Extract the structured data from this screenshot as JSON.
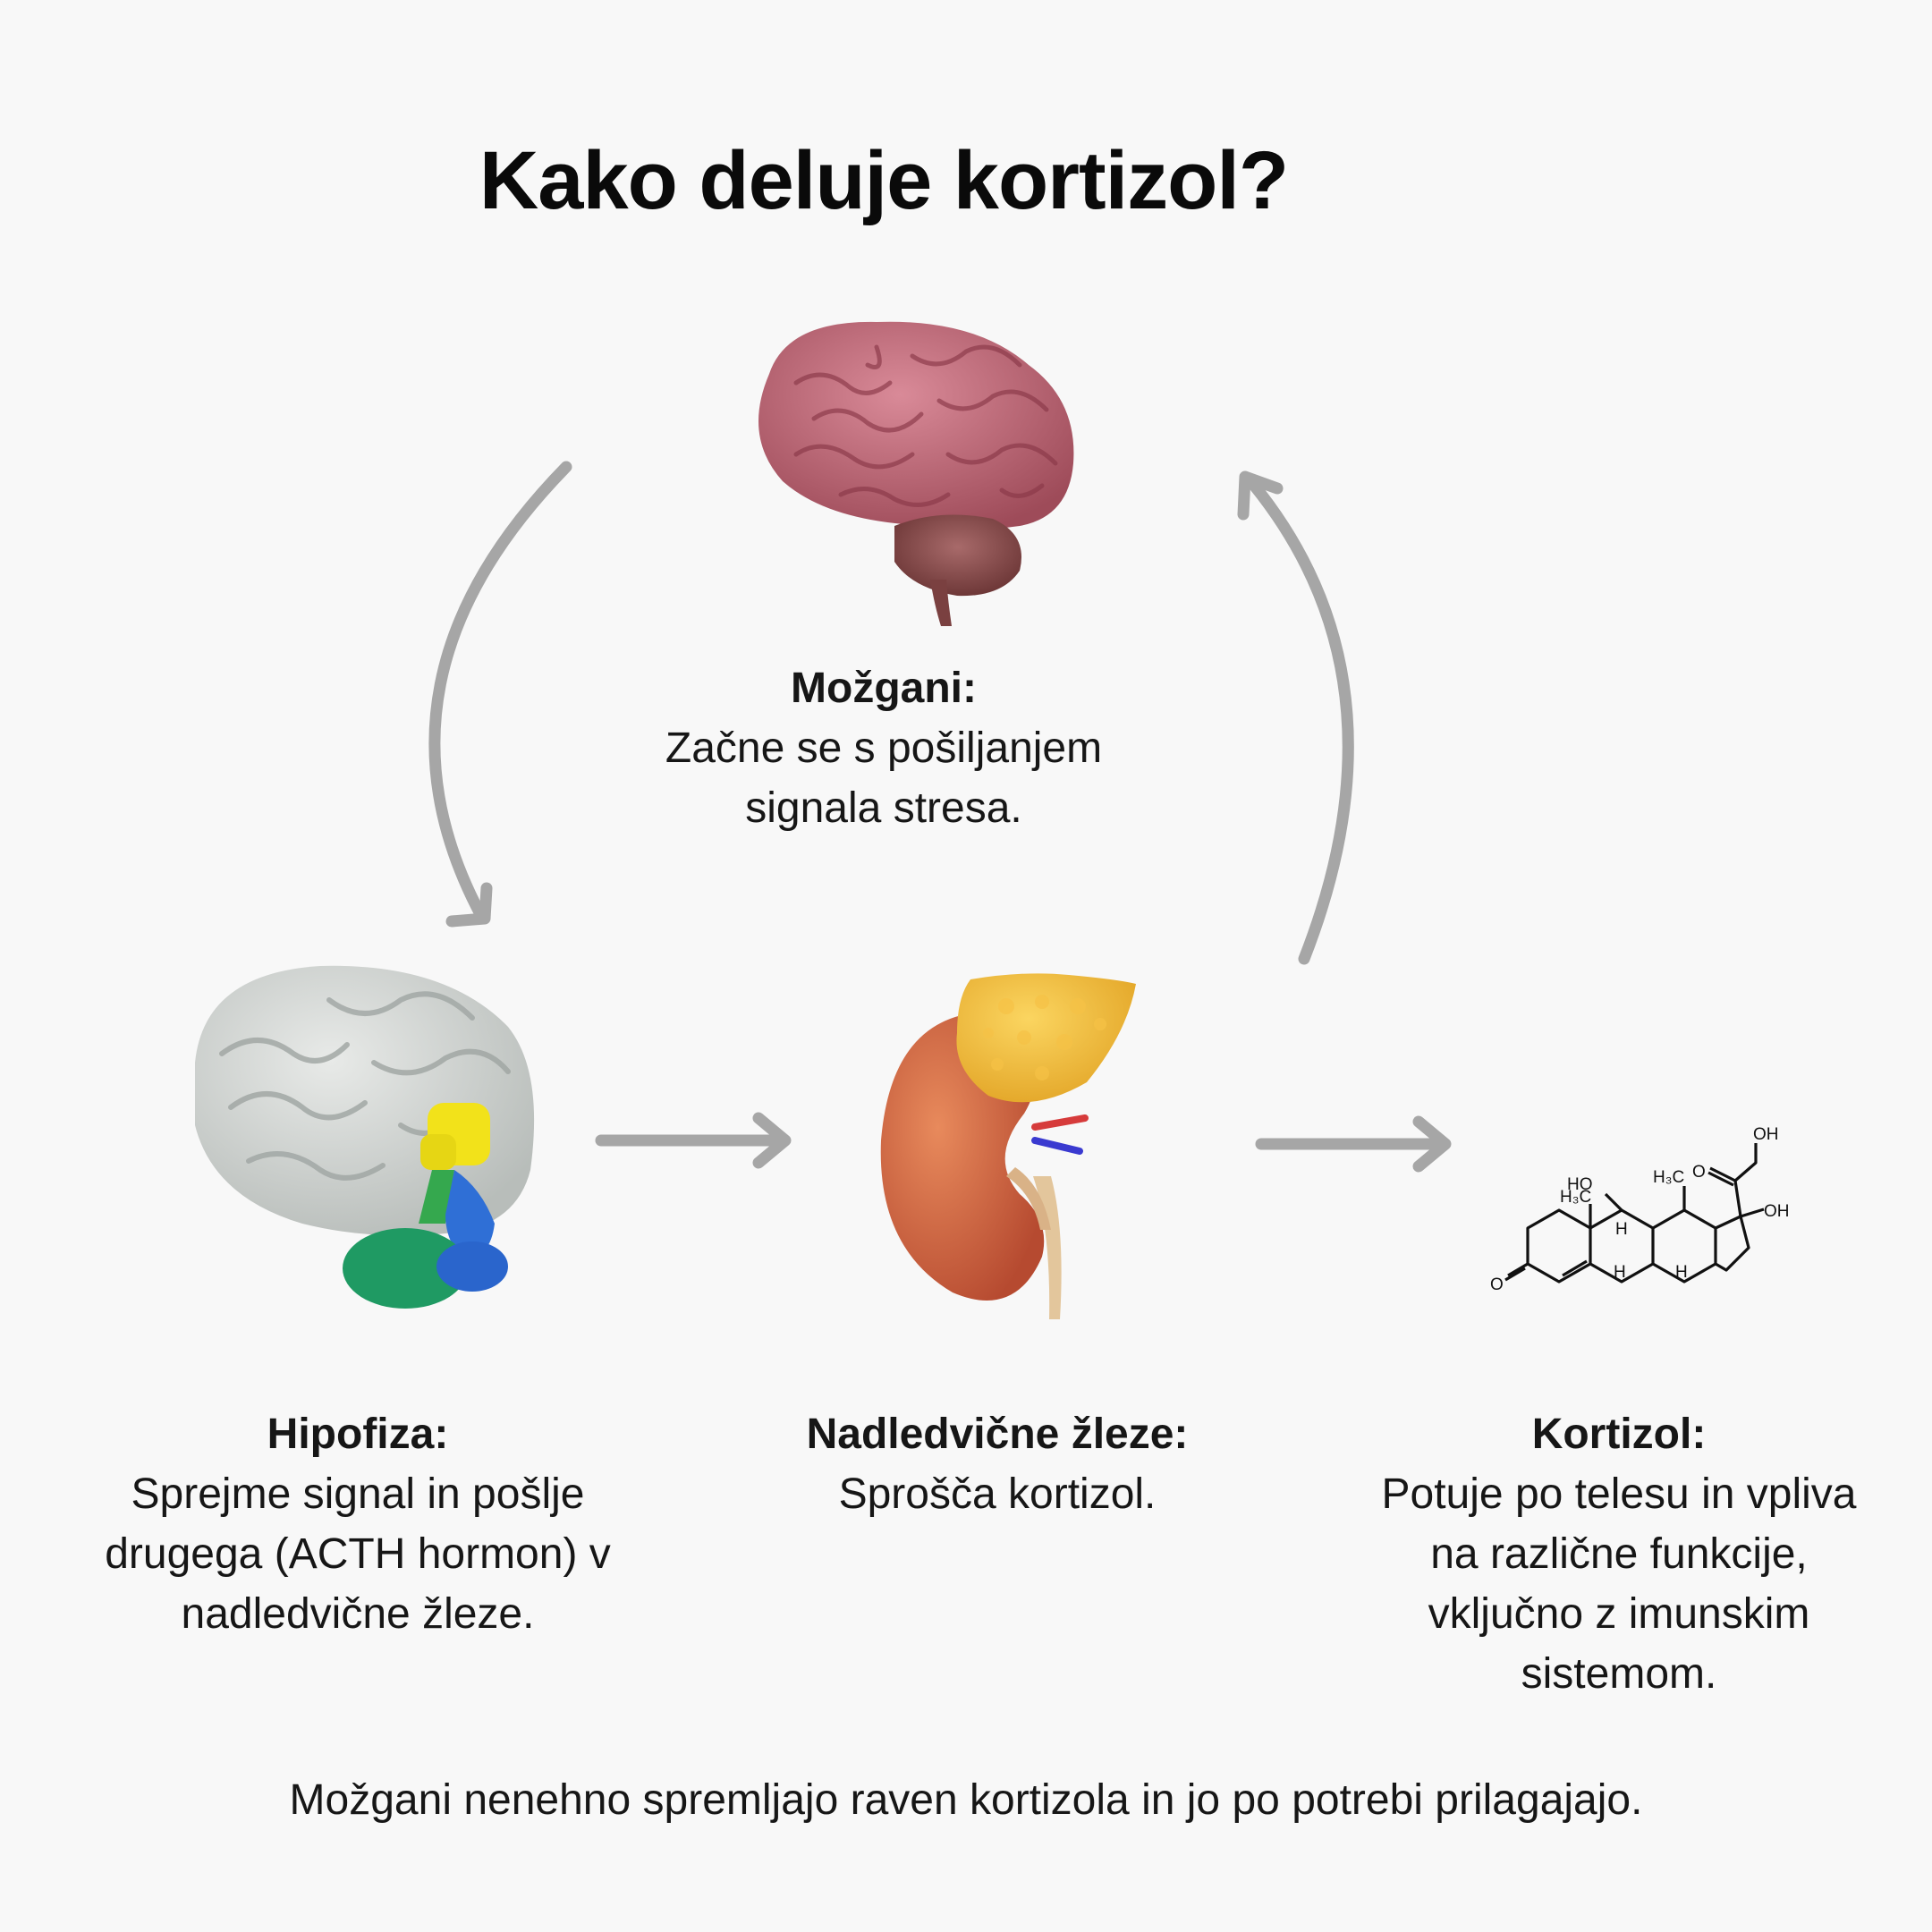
{
  "title": "Kako deluje kortizol?",
  "nodes": [
    {
      "id": "brain",
      "heading": "Možgani:",
      "lines": [
        "Začne se s pošiljanjem",
        "signala stresa."
      ]
    },
    {
      "id": "pituitary",
      "heading": "Hipofiza:",
      "lines": [
        "Sprejme signal in pošlje",
        "drugega (ACTH hormon) v",
        "nadledvične žleze."
      ]
    },
    {
      "id": "adrenal",
      "heading": "Nadledvične žleze:",
      "lines": [
        "Sprošča kortizol."
      ]
    },
    {
      "id": "cortisol",
      "heading": "Kortizol:",
      "lines": [
        "Potuje po telesu in vpliva",
        "na različne funkcije,",
        "vključno z imunskim",
        "sistemom."
      ]
    }
  ],
  "molecule_labels": {
    "oh_top": "OH",
    "oxo_side": "O",
    "oh_17": "OH",
    "ho_11": "HO",
    "methyl_c18": "H₃C",
    "methyl_c19": "H₃C",
    "h_9": "H",
    "h_8": "H",
    "h_14": "H",
    "oxo_3": "O"
  },
  "footer": "Možgani nenehno spremljajo raven kortizola in jo po potrebi prilagajajo.",
  "colors": {
    "background": "#f8f8f8",
    "arrow": "#a6a6a6",
    "text": "#111111"
  }
}
